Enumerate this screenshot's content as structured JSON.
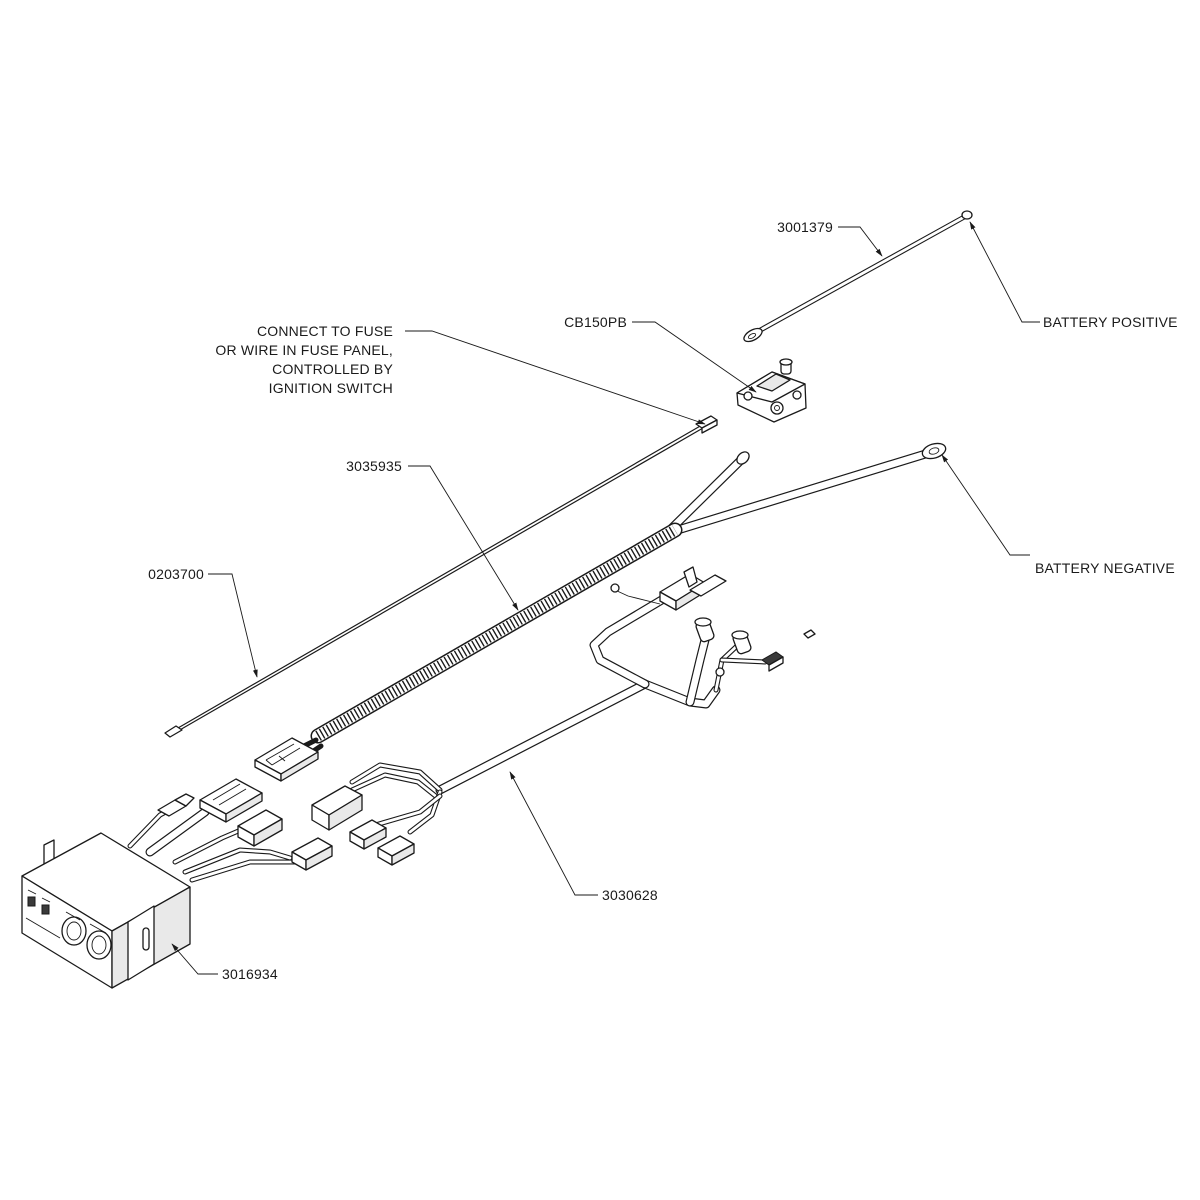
{
  "parts": {
    "battery_cable": "3001379",
    "circuit_breaker": "CB150PB",
    "power_harness": "3035935",
    "ignition_wire": "0203700",
    "main_harness": "3030628",
    "control_box": "3016934"
  },
  "notes": {
    "ignition_line1": "CONNECT TO FUSE",
    "ignition_line2": "OR WIRE IN FUSE PANEL,",
    "ignition_line3": "CONTROLLED BY",
    "ignition_line4": "IGNITION SWITCH",
    "battery_positive": "BATTERY POSITIVE",
    "battery_negative": "BATTERY NEGATIVE"
  },
  "icons": {
    "control_box": "control-box-icon",
    "circuit_breaker": "circuit-breaker-icon",
    "connector": "connector-icon",
    "ring_terminal": "ring-terminal-icon"
  }
}
